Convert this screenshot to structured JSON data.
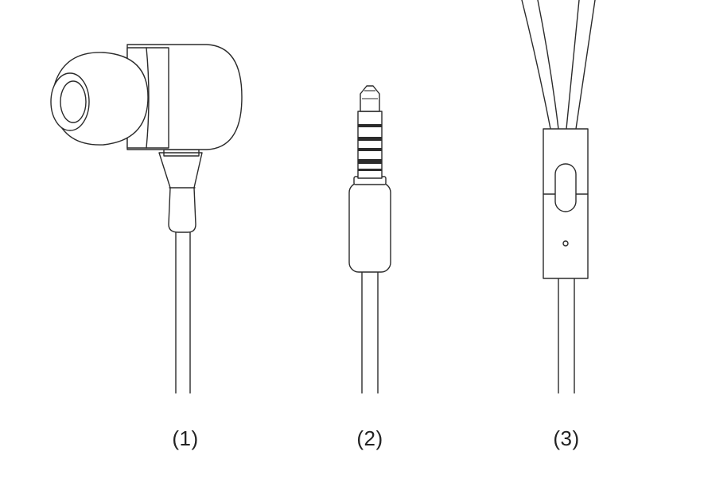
{
  "figures": [
    {
      "label": "(1)",
      "subject": "earbud-icon"
    },
    {
      "label": "(2)",
      "subject": "audio-jack-plug-icon"
    },
    {
      "label": "(3)",
      "subject": "inline-remote-microphone-icon"
    }
  ],
  "colors": {
    "line": "#2b2b2b",
    "background": "#ffffff"
  }
}
